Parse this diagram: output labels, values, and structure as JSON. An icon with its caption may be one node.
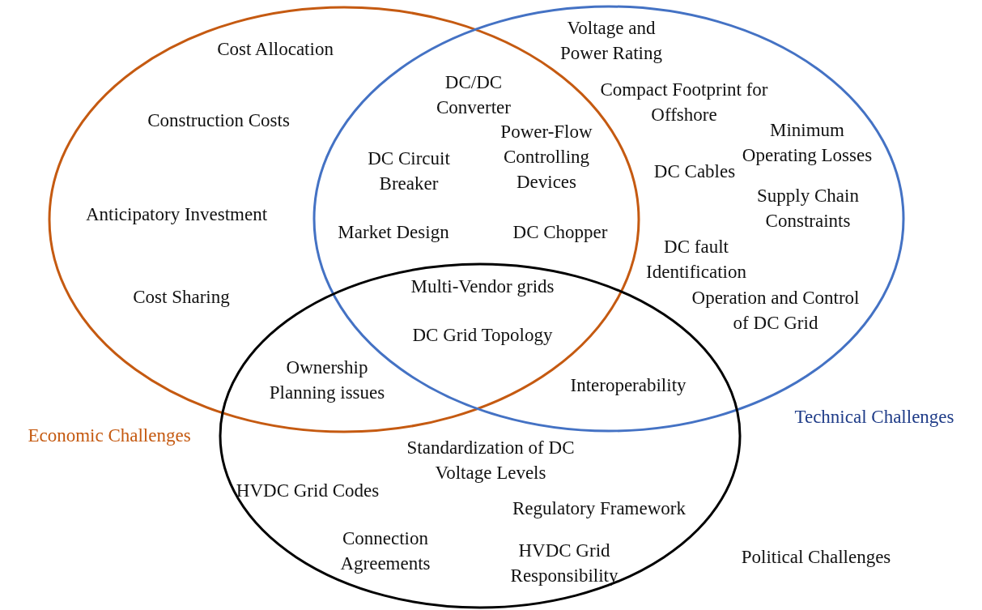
{
  "diagram": {
    "nodes": [
      {
        "text": [
          "Economic Challenges"
        ]
      },
      {
        "text": [
          "Technical Challenges"
        ]
      },
      {
        "text": [
          "Political Challenges"
        ]
      }
    ],
    "labels": [
      "Voltage and Power Rating",
      "Cost Allocation",
      "DC/DC Converter",
      "Compact Footprint for Offshore",
      "Construction Costs",
      "Power-Flow Controlling Devices",
      "Minimum Operating Losses",
      "DC Circuit Breaker",
      "DC Cables",
      "Supply Chain Constraints",
      "Anticipatory Investment",
      "Market Design",
      "DC Chopper",
      "DC fault Identification",
      "Cost Sharing",
      "Multi-Vendor grids",
      "Operation and Control of DC Grid",
      "DC Grid Topology",
      "Ownership Planning issues",
      "Interoperability",
      "Standardization of DC Voltage Levels",
      "HVDC Grid Codes",
      "Regulatory Framework",
      "Connection Agreements",
      "HVDC Grid Responsibility"
    ]
  }
}
